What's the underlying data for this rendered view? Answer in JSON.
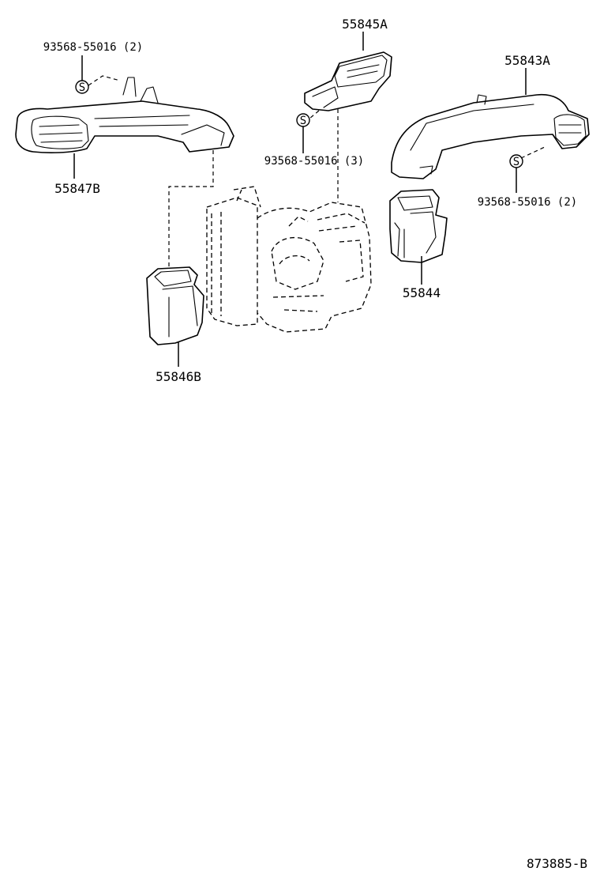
{
  "labels": {
    "p55845A": "55845A",
    "p55843A": "55843A",
    "p55847B": "55847B",
    "p55844": "55844",
    "p55846B": "55846B",
    "screw_left": "93568-55016 (2)",
    "screw_center": "93568-55016 (3)",
    "screw_right": "93568-55016 (2)",
    "screw_symbol": "S"
  },
  "diagram_code": "873885-B"
}
